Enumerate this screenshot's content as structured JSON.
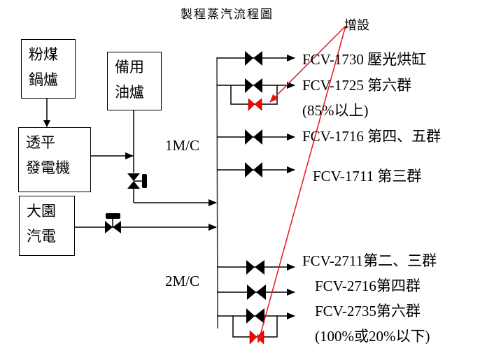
{
  "title": "製程蒸汽流程圖",
  "annotation": "增設",
  "sources": [
    {
      "id": "pulverized-coal-boiler",
      "lines": [
        "粉煤",
        "鍋爐"
      ]
    },
    {
      "id": "standby-oil-boiler",
      "lines": [
        "備用",
        "油爐"
      ]
    },
    {
      "id": "turbine-generator",
      "lines": [
        "透平",
        "發電機"
      ]
    },
    {
      "id": "dayuan-cogen",
      "lines": [
        "大園",
        "汽電"
      ]
    }
  ],
  "headers": {
    "mc1": "1M/C",
    "mc2": "2M/C"
  },
  "branches_1mc": [
    {
      "label": "FCV-1730  壓光烘缸",
      "valve": "black"
    },
    {
      "label": "FCV-1725  第六群",
      "valve": "black",
      "note": "(85%以上)",
      "bypass_valve": "red"
    },
    {
      "label": "FCV-1716  第四、五群",
      "valve": "black"
    },
    {
      "label": "FCV-1711  第三群",
      "valve": "black"
    }
  ],
  "branches_2mc": [
    {
      "label": "FCV-2711第二、三群",
      "valve": "black"
    },
    {
      "label": "FCV-2716第四群",
      "valve": "black"
    },
    {
      "label": "FCV-2735第六群",
      "valve": "black",
      "note": "(100%或20%以下)",
      "bypass_valve": "red"
    }
  ],
  "colors": {
    "line": "#000000",
    "added": "#ff0000",
    "annotation_arrow": "#e8141c"
  }
}
